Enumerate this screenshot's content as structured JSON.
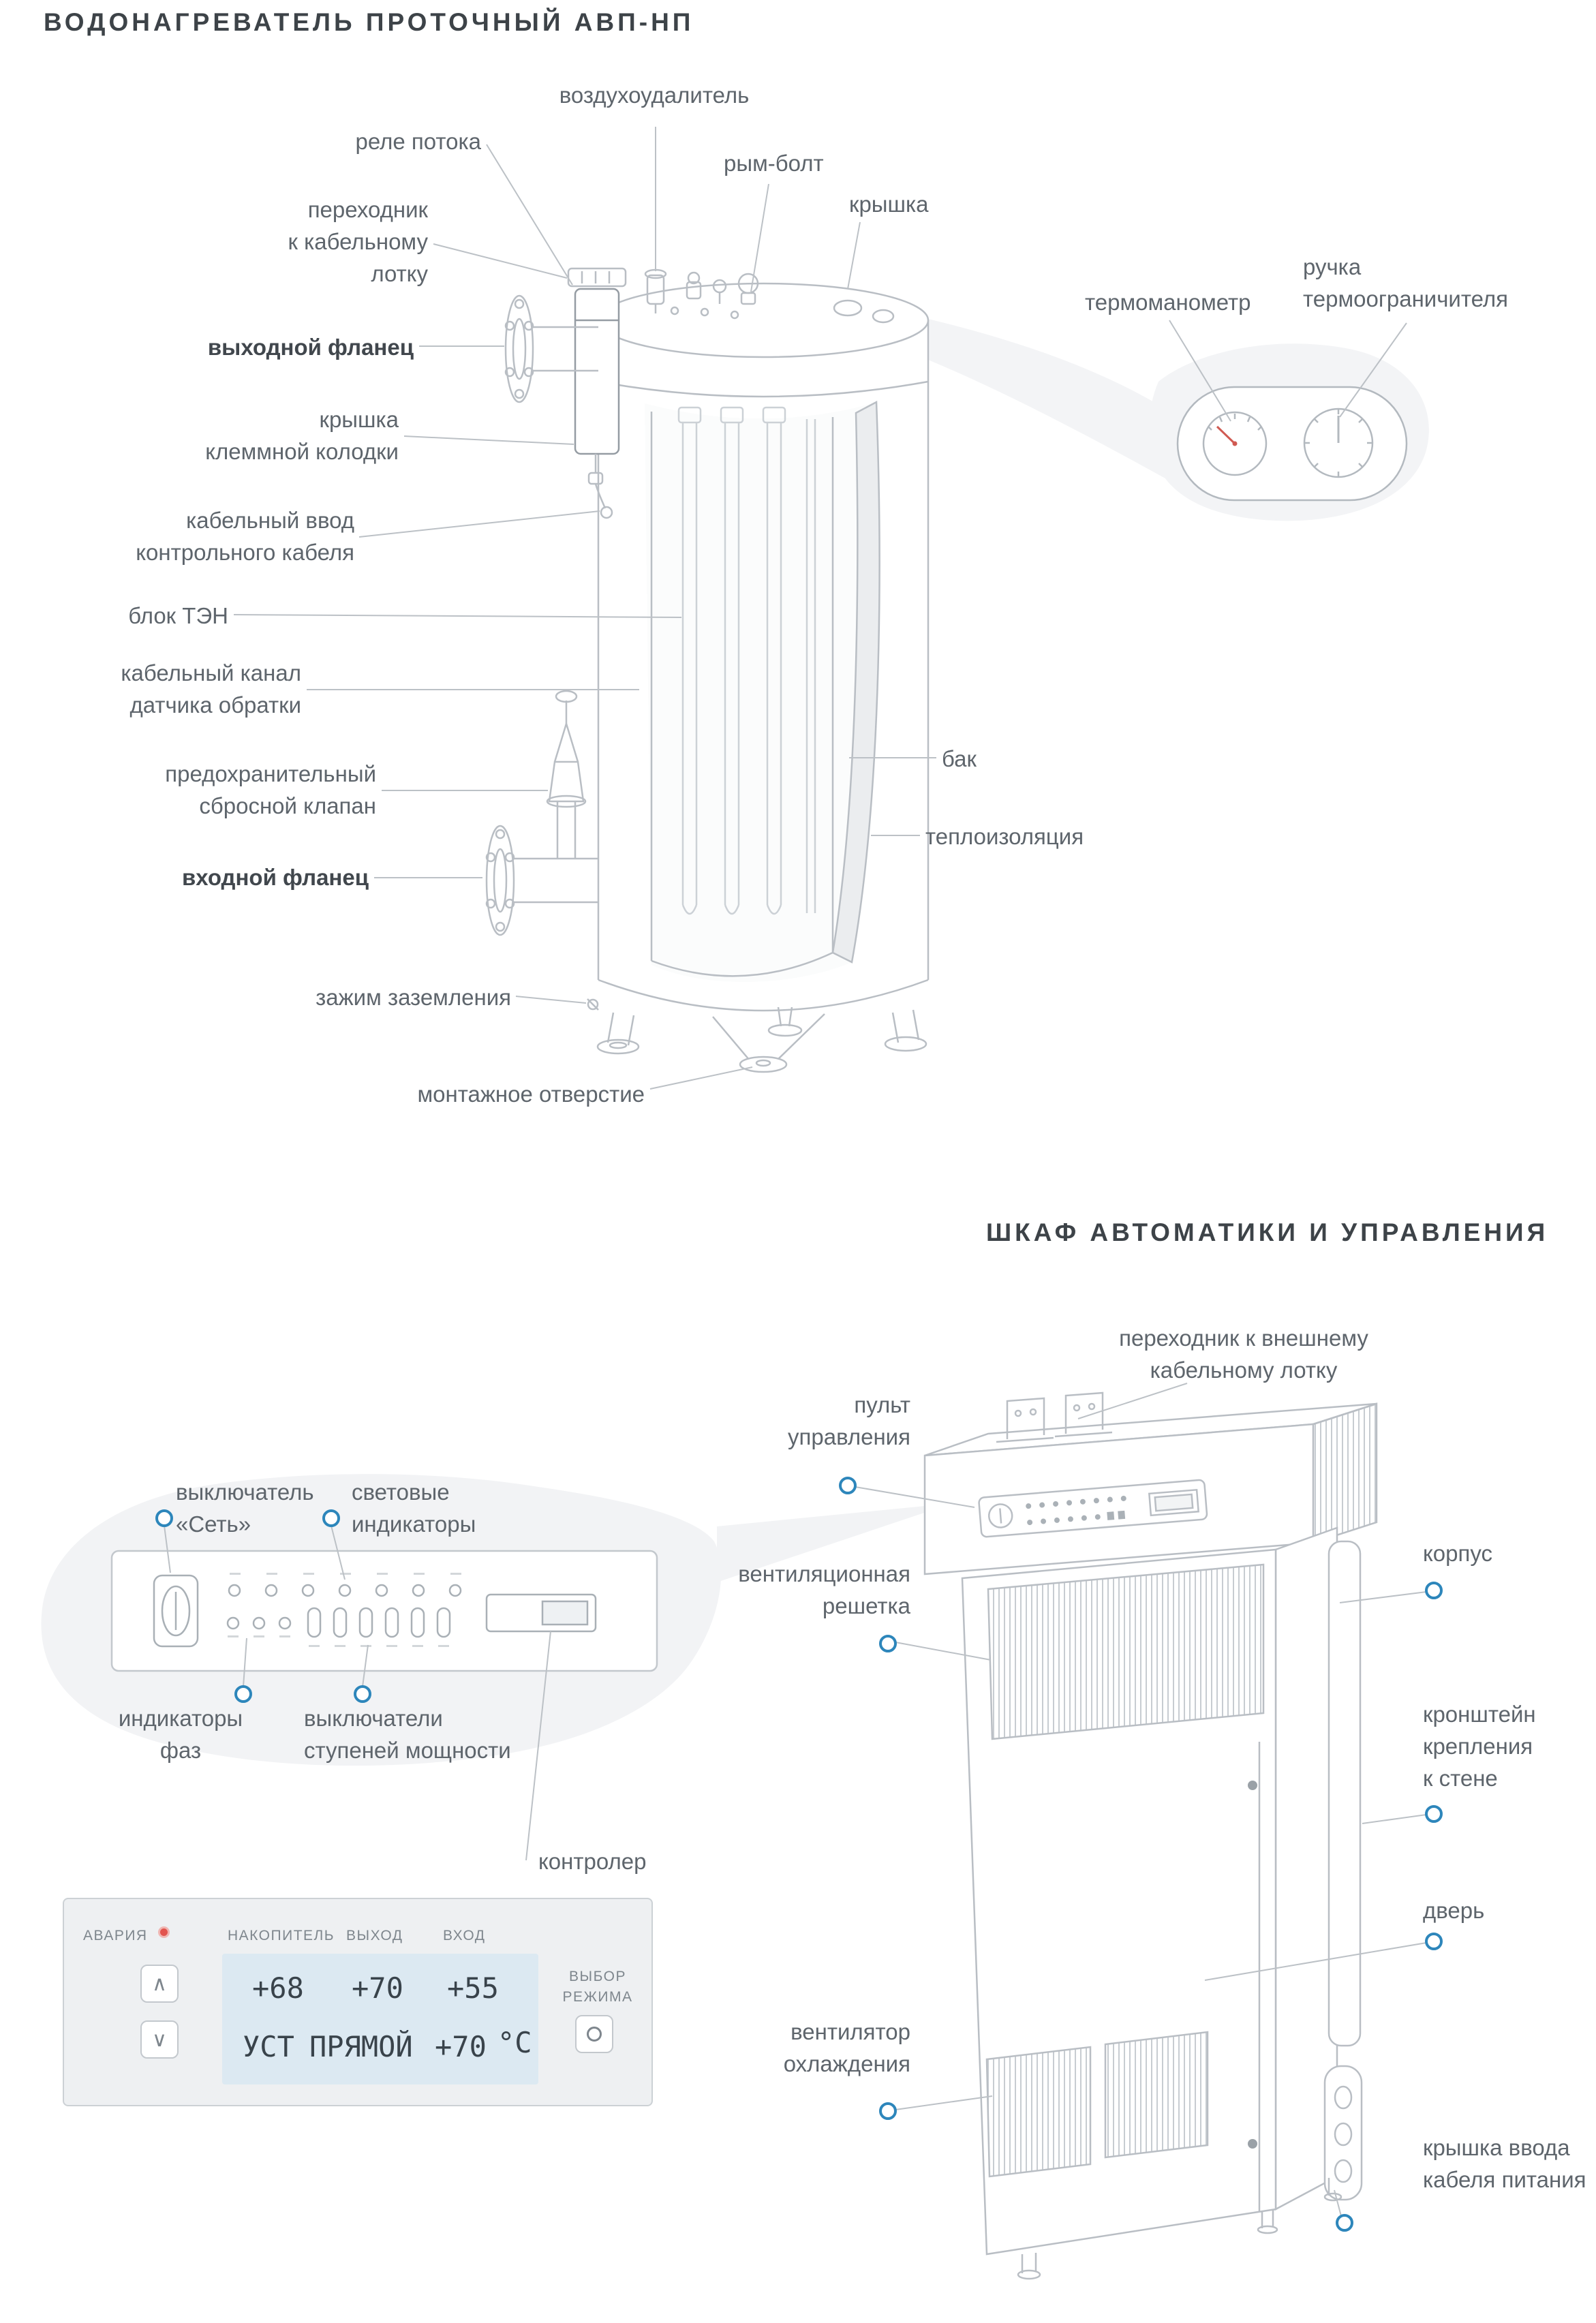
{
  "colors": {
    "accent_blue": "#2d86bb",
    "alarm_red": "#e2544e",
    "lcd_bg": "#dce9f2",
    "line_gray": "#b9bec4"
  },
  "heater": {
    "title": "ВОДОНАГРЕВАТЕЛЬ ПРОТОЧНЫЙ АВП-НП",
    "labels": {
      "air_vent": "воздухоудалитель",
      "flow_relay": "реле потока",
      "cable_tray_adapter": "переходник\nк кабельному\nлотку",
      "outlet_flange": "выходной фланец",
      "terminal_cover": "крышка\nклеммной колодки",
      "control_cable_entry": "кабельный ввод\nконтрольного кабеля",
      "heating_block": "блок ТЭН",
      "return_sensor_channel": "кабельный канал\nдатчика обратки",
      "safety_valve": "предохранительный\nсбросной клапан",
      "inlet_flange": "входной фланец",
      "ground_clamp": "зажим заземления",
      "mounting_hole": "монтажное отверстие",
      "eye_bolt": "рым-болт",
      "cover": "крышка",
      "tank": "бак",
      "insulation": "теплоизоляция",
      "thermomanometer": "термоманометр",
      "limiter_handle": "ручка\nтермоограничителя"
    }
  },
  "cabinet": {
    "title": "ШКАФ АВТОМАТИКИ И УПРАВЛЕНИЯ",
    "labels": {
      "external_tray_adapter": "переходник к внешнему\nкабельному лотку",
      "control_panel": "пульт\nуправления",
      "vent_grille": "вентиляционная\nрешетка",
      "body": "корпус",
      "wall_bracket": "кронштейн\nкрепления\nк стене",
      "door": "дверь",
      "cooling_fan": "вентилятор\nохлаждения",
      "power_cable_cover": "крышка ввода\nкабеля питания",
      "controller": "контролер"
    },
    "panel_callout": {
      "power_switch": "выключатель\n«Сеть»",
      "indicators": "световые\nиндикаторы",
      "phase_indicators": "индикаторы\nфаз",
      "stage_switches": "выключатели\nступеней мощности"
    }
  },
  "controller": {
    "alarm": "АВАРИЯ",
    "col_storage": "НАКОПИТЕЛЬ",
    "col_out": "ВЫХОД",
    "col_in": "ВХОД",
    "lcd": {
      "storage": "+68",
      "out": "+70",
      "in": "+55",
      "set_label": "УСТ",
      "mode": "ПРЯМОЙ",
      "set_value": "+70",
      "units": "°С"
    },
    "mode_select": "ВЫБОР\nРЕЖИМА",
    "icons": {
      "up": "∧",
      "down": "∨"
    }
  }
}
